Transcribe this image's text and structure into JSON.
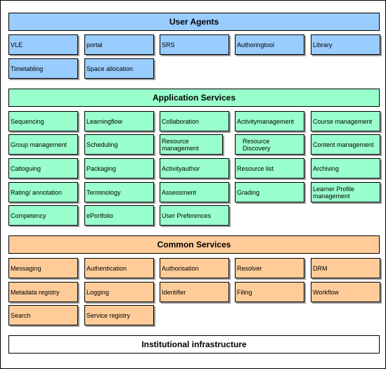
{
  "user_agents": {
    "title": "User Agents",
    "items": [
      "VLE",
      "portal",
      "SRS",
      "Authoringtool",
      "Library",
      "Timetabling",
      "Space allocation"
    ]
  },
  "application_services": {
    "title": "Application Services",
    "items": [
      "Sequencing",
      "Learningflow",
      "Collaboration",
      "Activitymanagement",
      "Course management",
      "Group management",
      "Scheduling",
      "Resource management",
      "Resource Discovery",
      "Content management",
      "Catloguing",
      "Packaging",
      "Activityauthor",
      "Resource list",
      "Archiving",
      "Rating/ annotation",
      "Terminology",
      "Assessment",
      "Grading",
      "Learner Profile management",
      "Competency",
      "ePortfolio",
      "User Preferences"
    ]
  },
  "common_services": {
    "title": "Common Services",
    "items": [
      "Messaging",
      "Authentication",
      "Authorisation",
      "Resolver",
      "DRM",
      "Metadata registry",
      "Logging",
      "Identifier",
      "Filing",
      "Workflow",
      "Search",
      "Service registry"
    ]
  },
  "infrastructure": {
    "title": "Institutional infrastructure"
  }
}
